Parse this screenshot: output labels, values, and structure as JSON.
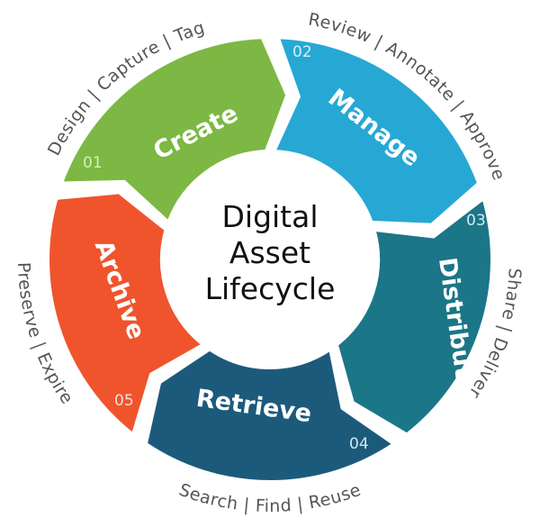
{
  "title": {
    "line1": "Digital",
    "line2": "Asset",
    "line3": "Lifecycle"
  },
  "stages": [
    {
      "number": "01",
      "label": "Create",
      "activities": "Design | Capture | Tag",
      "color": "#7cb843",
      "number_color": "#d8f0b8"
    },
    {
      "number": "02",
      "label": "Manage",
      "activities": "Review | Annotate | Approve",
      "color": "#27a8d4",
      "number_color": "#d4f0fa"
    },
    {
      "number": "03",
      "label": "Distribute",
      "activities": "Share | Deliver",
      "color": "#1b7688",
      "number_color": "#d4eef2"
    },
    {
      "number": "04",
      "label": "Retrieve",
      "activities": "Search | Find | Reuse",
      "color": "#1c5a7c",
      "number_color": "#d4e6f0"
    },
    {
      "number": "05",
      "label": "Archive",
      "activities": "Preserve | Expire",
      "color": "#f0542d",
      "number_color": "#ffe0d6"
    }
  ]
}
